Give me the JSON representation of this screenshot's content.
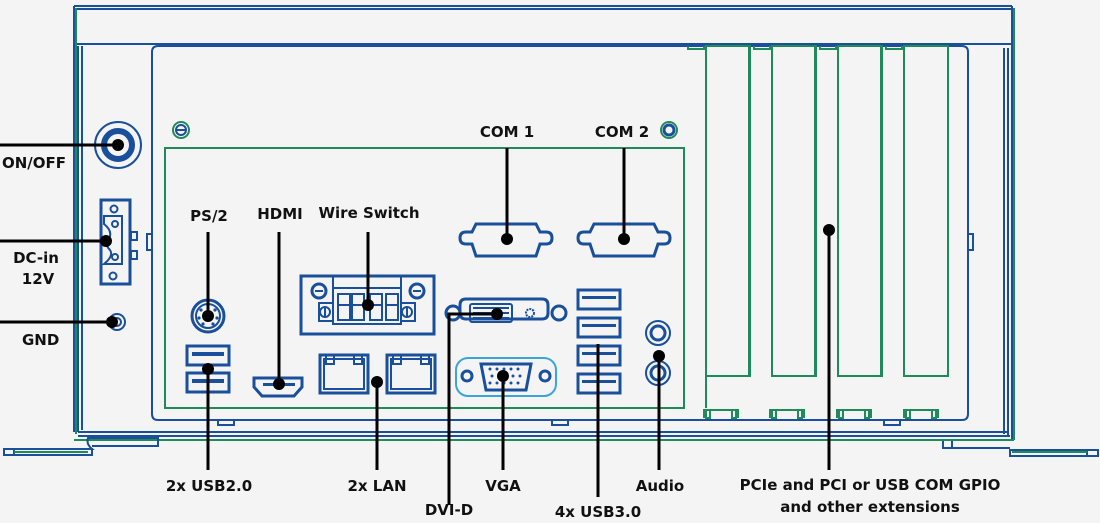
{
  "title": "Industrial PC rear I/O panel diagram",
  "colors": {
    "outline_blue": "#1a4f9c",
    "outline_green": "#1f8a5a",
    "vga_cyan": "#3aa6d8",
    "leader": "#000000",
    "background": "#f4f4f4",
    "text": "#111111"
  },
  "labels": {
    "on_off": "ON/OFF",
    "dc_in_line1": "DC-in",
    "dc_in_line2": "12V",
    "gnd": "GND",
    "ps2": "PS/2",
    "hdmi": "HDMI",
    "wire_switch": "Wire Switch",
    "com1": "COM 1",
    "com2": "COM 2",
    "usb2": "2x USB2.0",
    "lan": "2x LAN",
    "dvi": "DVI-D",
    "vga": "VGA",
    "usb3": "4x USB3.0",
    "audio": "Audio",
    "expansion_line1": "PCIe and PCI or USB COM GPIO",
    "expansion_line2": "and other extensions"
  }
}
